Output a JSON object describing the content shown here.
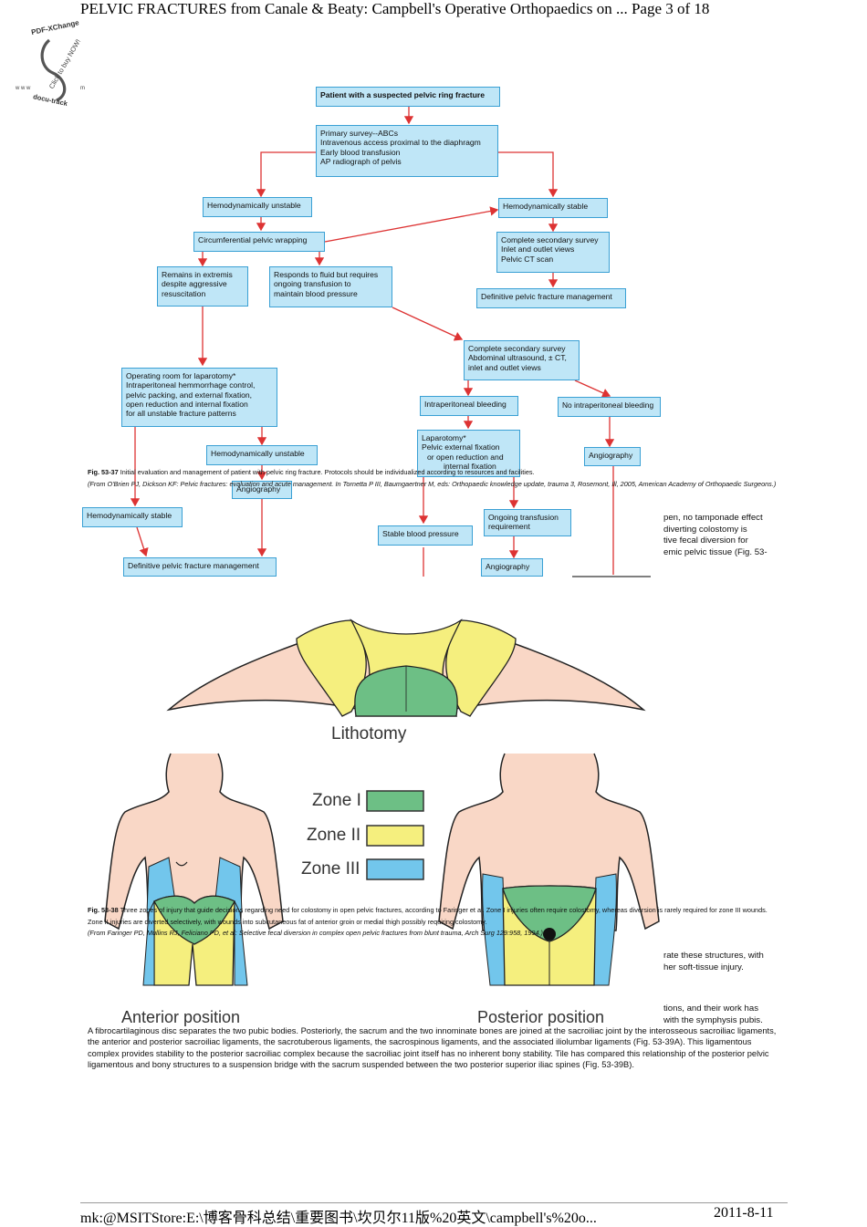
{
  "header": {
    "text": "PELVIC FRACTURES from Canale & Beaty: Campbell's Operative Orthopaedics on  ... Page 3 of 18"
  },
  "watermark": {
    "top": "PDF-XChange",
    "middle": "Click to buy NOW!",
    "bottom": "docu-track",
    "left_letters": "w w w",
    "suffix": "m"
  },
  "flowchart": {
    "b1": "Patient with a suspected pelvic ring fracture",
    "b2": [
      "Primary survey--ABCs",
      "Intravenous access proximal to the diaphragm",
      "Early blood transfusion",
      "AP radiograph of pelvis"
    ],
    "b3": "Hemodynamically unstable",
    "b4": "Hemodynamically stable",
    "b5": "Circumferential pelvic wrapping",
    "b6": [
      "Complete secondary survey",
      "Inlet and outlet views",
      "Pelvic CT scan"
    ],
    "b7": [
      "Remains in extremis",
      "despite aggressive",
      "resuscitation"
    ],
    "b8": [
      "Responds to fluid but requires",
      "ongoing transfusion to",
      "maintain blood pressure"
    ],
    "b9": "Definitive pelvic fracture management",
    "b10": [
      "Complete secondary survey",
      "Abdominal ultrasound, ± CT,",
      "inlet and outlet views"
    ],
    "b11": [
      "Operating room for laparotomy*",
      "Intraperitoneal hemmorrhage control,",
      "pelvic packing, and external fixation,",
      "open reduction and internal fixation",
      "for all unstable fracture patterns"
    ],
    "b12": "Intraperitoneal bleeding",
    "b13": "No intraperitoneal bleeding",
    "b14": [
      "Laparotomy*",
      "Pelvic external fixation",
      "or open reduction and",
      "internal fixation"
    ],
    "b15": "Hemodynamically unstable",
    "b16": "Angiography",
    "b17": "Angiography",
    "b18": "Hemodynamically stable",
    "b19": "Stable blood pressure",
    "b20": [
      "Ongoing transfusion",
      "requirement"
    ],
    "b21": "Angiography",
    "b22": "Definitive pelvic fracture management"
  },
  "caption1": {
    "label": "Fig. 53-37",
    "text": "Initial evaluation and management of patient with pelvic ring fracture. Protocols should be individualized according to resources and facilities.",
    "source": "(From O'Brien PJ, Dickson KF: Pelvic fractures: evaluation and acute management. In Tornetta P III, Baumgaertner M, eds: Orthopaedic knowledge update, trauma 3, Rosemont, Ill, 2005, American Academy of Orthopaedic Surgeons.)"
  },
  "right_text_1": [
    "pen, no tamponade effect",
    "diverting colostomy is",
    "tive fecal diversion for",
    "emic pelvic tissue (Fig. 53-"
  ],
  "figure2": {
    "lithotomy": "Lithotomy",
    "anterior": "Anterior position",
    "posterior": "Posterior position",
    "legend": [
      {
        "label": "Zone I",
        "color": "#6dbf85"
      },
      {
        "label": "Zone II",
        "color": "#f5ef7e"
      },
      {
        "label": "Zone III",
        "color": "#72c6ec"
      }
    ]
  },
  "caption2": {
    "label": "Fig. 53-38",
    "text": "Three zones of injury that guide decisions regarding need for colostomy in open pelvic fractures, according to Faringer et al. Zone I injuries often require colostomy, whereas diversion is rarely required for zone III wounds. Zone II injuries are diverted selectively, with wounds into subcutaneous fat of anterior groin or medial thigh possibly requiring colostomy.",
    "source": "(From Faringer PD, Mullins RJ, Feliciano PD, et al: Selective fecal diversion in complex open pelvic fractures from blunt trauma, Arch Surg 129:958, 1994.)"
  },
  "right_text_2": [
    "rate these structures, with",
    "her soft-tissue injury."
  ],
  "right_text_3": [
    "tions, and their work has",
    "with the symphysis pubis."
  ],
  "paragraph": "A fibrocartilaginous disc separates the two pubic bodies. Posteriorly, the sacrum and the two innominate bones are joined at the sacroiliac joint by the interosseous sacroiliac ligaments, the anterior and posterior sacroiliac ligaments, the sacrotuberous ligaments, the sacrospinous ligaments, and the associated iliolumbar ligaments (Fig. 53-39A). This ligamentous complex provides stability to the posterior sacroiliac complex because the sacroiliac joint itself has no inherent bony stability. Tile has compared this relationship of the posterior pelvic ligamentous and bony structures to a suspension bridge with the sacrum suspended between the two posterior superior iliac spines (Fig. 53-39B).",
  "footer": {
    "path": "mk:@MSITStore:E:\\博客骨科总结\\重要图书\\坎贝尔11版%20英文\\campbell's%20o...",
    "date": "2011-8-11"
  }
}
